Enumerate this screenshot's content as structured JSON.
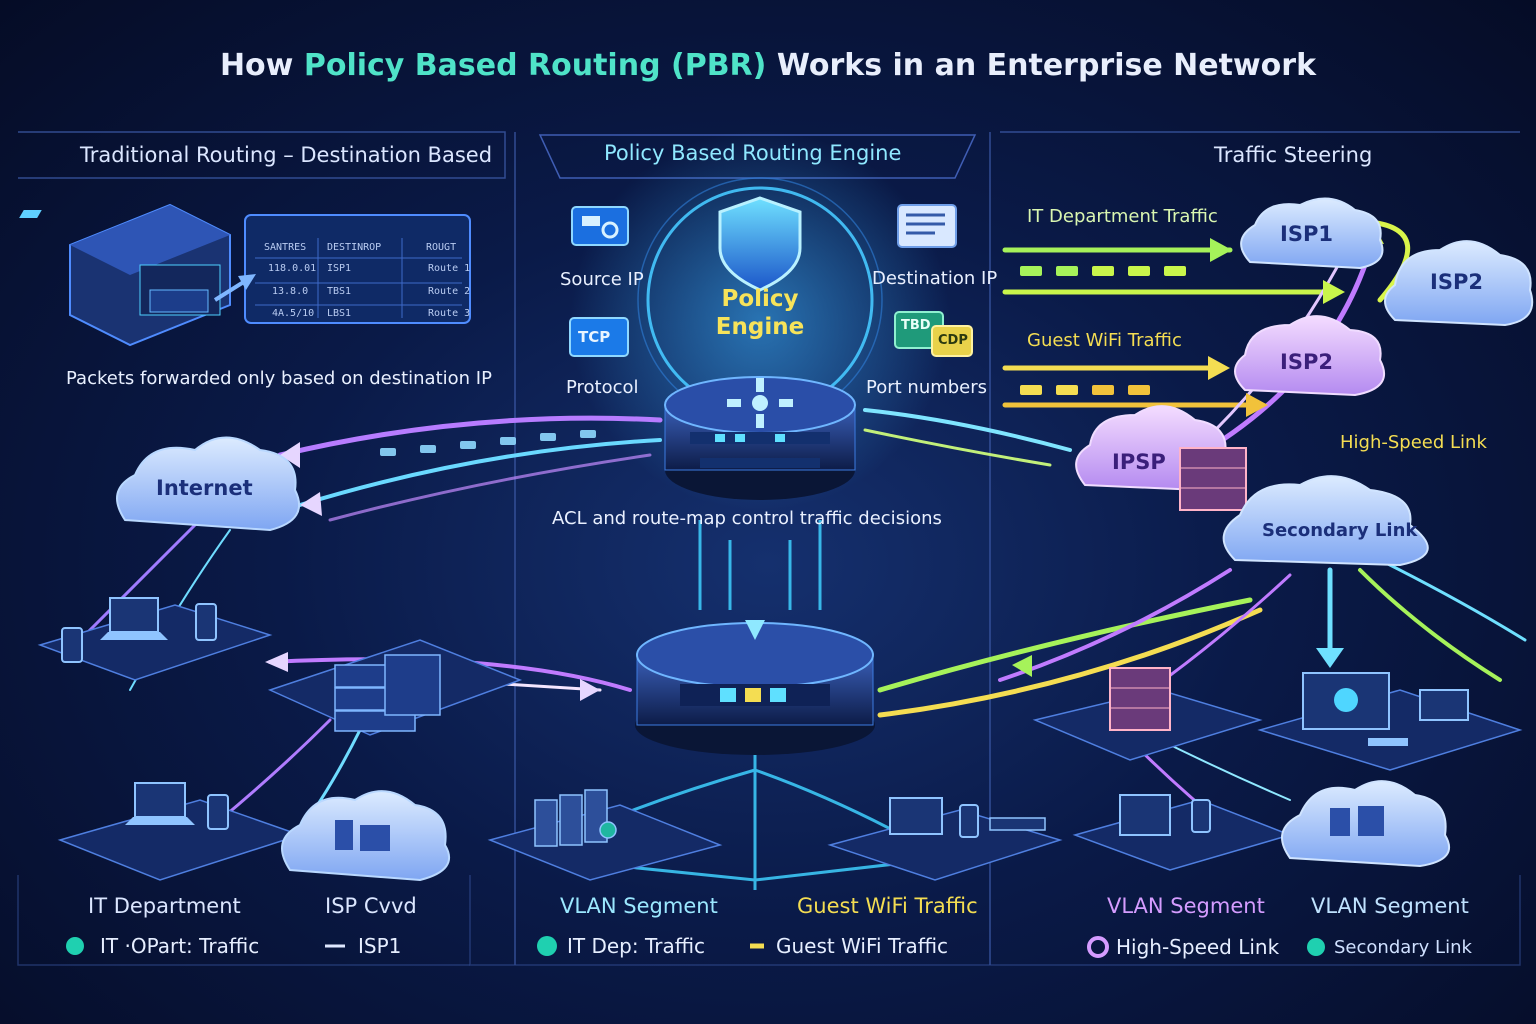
{
  "title": {
    "prefix": "How ",
    "highlight": "Policy Based Routing (PBR)",
    "suffix": " Works in an Enterprise Network"
  },
  "left_panel": {
    "heading": "Traditional Routing – Destination Based",
    "routing_table": {
      "headers": [
        "SANTRES",
        "DESTINROP",
        "ROUGT"
      ],
      "rows": [
        [
          "118.0.01",
          "ISP1",
          "Route 1"
        ],
        [
          "13.8.0",
          "TBS1",
          "Route 2"
        ],
        [
          "4A.5/10",
          "LBS1",
          "Route 3"
        ]
      ]
    },
    "caption": "Packets forwarded only based on destination IP"
  },
  "center_panel": {
    "heading": "Policy Based Routing Engine",
    "engine_label": "Policy\nEngine",
    "criteria": {
      "source_ip": "Source IP",
      "destination_ip": "Destination IP",
      "protocol": "Protocol",
      "port_numbers": "Port numbers"
    },
    "protocol_badge": "TCP",
    "port_badges": [
      "TBD",
      "CDP"
    ],
    "caption": "ACL and route-map control traffic decisions"
  },
  "right_panel": {
    "heading": "Traffic Steering",
    "it_traffic": "IT Department Traffic",
    "guest_traffic": "Guest WiFi Traffic",
    "clouds": {
      "isp1": "ISP1",
      "isp2_top": "ISP2",
      "isp2_mid": "ISP2",
      "ipsp": "IPSP",
      "secondary": "Secondary Link"
    },
    "high_speed": "High-Speed Link"
  },
  "internet_cloud": "Internet",
  "bottom_labels": {
    "it_department": "IT Department",
    "isp_cloud": "ISP Cvvd",
    "vlan_segment_center": "VLAN Segment",
    "guest_wifi": "Guest WiFi Traffic",
    "vlan_segment_right1": "VLAN Segment",
    "vlan_segment_right2": "VLAN Segment"
  },
  "legend": {
    "left": [
      "IT ·OPart: Traffic",
      "ISP1"
    ],
    "center": [
      "IT Dep: Traffic",
      "Guest WiFi Traffic"
    ],
    "right": [
      "High-Speed Link",
      "Secondary Link"
    ]
  },
  "colors": {
    "accent_teal": "#4fe3c8",
    "it_green": "#a6f25a",
    "guest_yellow": "#f4dd52",
    "violet": "#c07bff",
    "cyan": "#4fd6ff",
    "cloud": "#9cc4ff"
  }
}
